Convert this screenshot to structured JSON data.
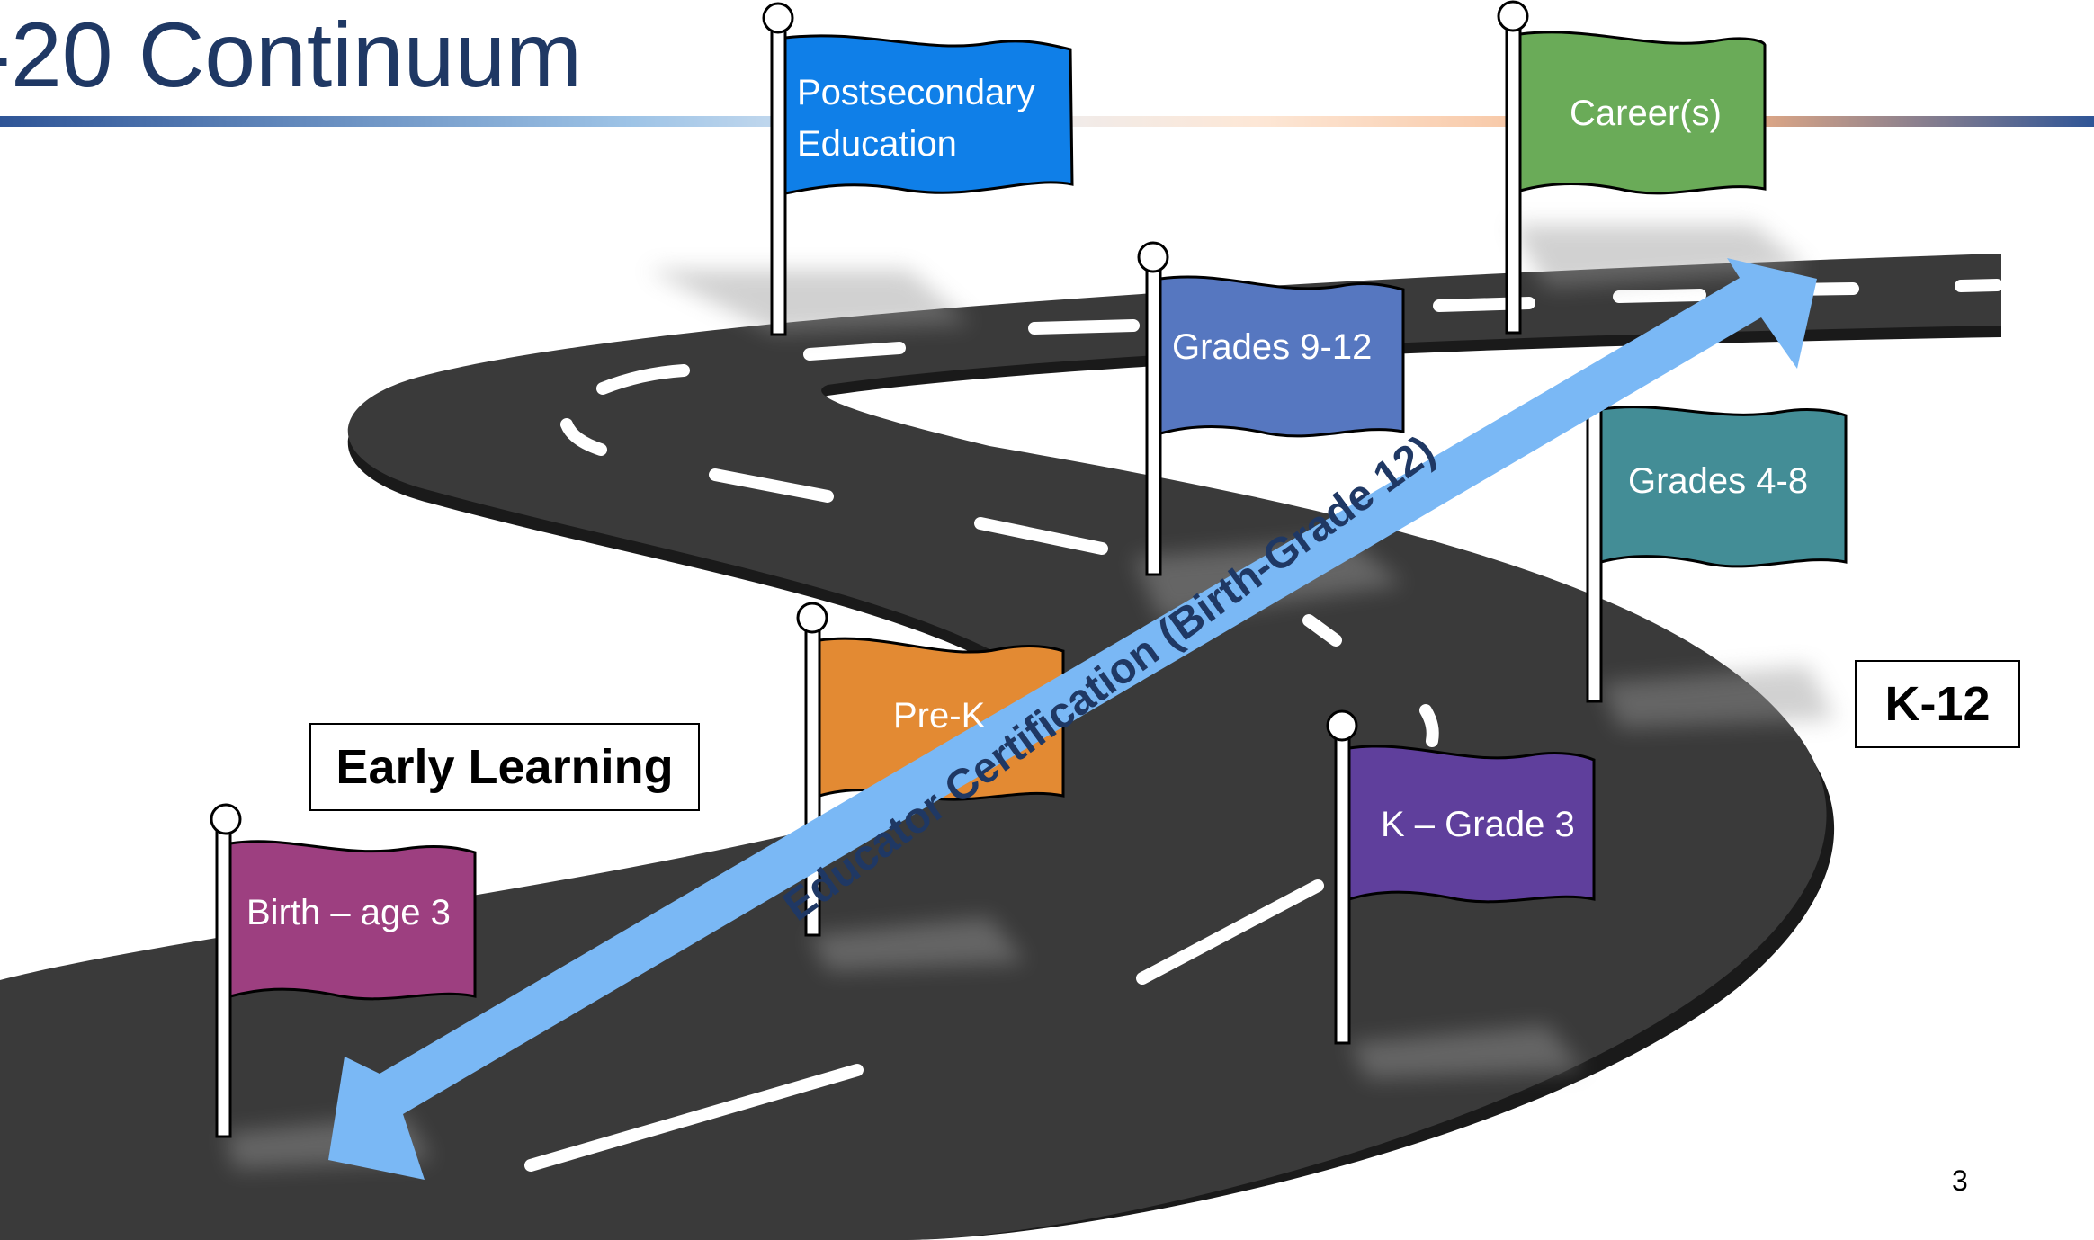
{
  "slide": {
    "title": "-20 Continuum",
    "page_number": "3"
  },
  "boxes": {
    "early_learning": "Early Learning",
    "k12": "K-12"
  },
  "arrow": {
    "label": "Educator Certification (Birth-Grade 12)",
    "color": "#7ab8f5"
  },
  "flags": {
    "postsecondary": {
      "line1": "Postsecondary",
      "line2": "Education",
      "color": "#0f7fe8"
    },
    "careers": {
      "label": "Career(s)",
      "color": "#6aab58"
    },
    "grades_9_12": {
      "label": "Grades 9-12",
      "color": "#5677c0"
    },
    "grades_4_8": {
      "label": "Grades 4-8",
      "color": "#438d96"
    },
    "pre_k": {
      "label": "Pre-K",
      "color": "#e38a33"
    },
    "k_grade_3": {
      "label": "K – Grade 3",
      "color": "#5f3f9c"
    },
    "birth_age_3": {
      "label": "Birth – age 3",
      "color": "#9d3f80"
    }
  },
  "colors": {
    "road": "#3a3a3a",
    "title": "#1f3864"
  }
}
